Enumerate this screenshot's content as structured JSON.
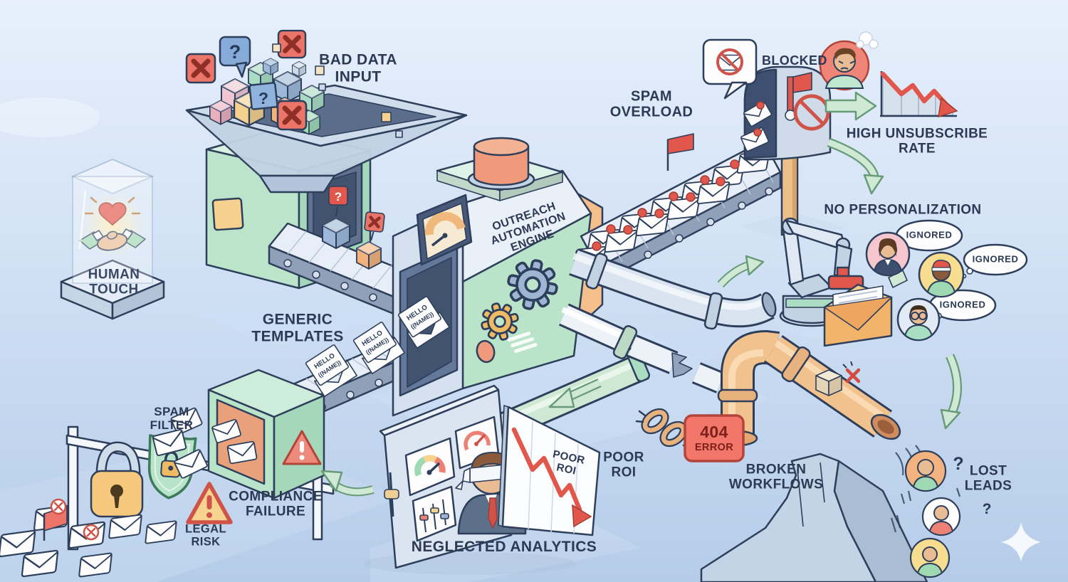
{
  "title": "Outreach automation failure infographic",
  "colors": {
    "background_top": "#e7f0fc",
    "background_bottom": "#b5cce9",
    "outline": "#2e3f5c",
    "text": "#2c3a55",
    "machine_green": "#b9e4ca",
    "machine_grey": "#d6e1ef",
    "accent_orange": "#f2b36b",
    "pipe_tan": "#f2c28e",
    "alert_red": "#e2574b",
    "badge_red": "#f3766a",
    "arrow_green": "#cfe9d4",
    "warning_yellow": "#f6d490"
  },
  "glyphs": {
    "question_mark": "?"
  },
  "labels": {
    "bad_data_input": [
      "BAD DATA",
      "INPUT"
    ],
    "human_touch": [
      "HUMAN",
      "TOUCH"
    ],
    "generic_templates": [
      "GENERIC",
      "TEMPLATES"
    ],
    "engine": [
      "OUTREACH",
      "AUTOMATION",
      "ENGINE"
    ],
    "spam_overload": [
      "SPAM",
      "OVERLOAD"
    ],
    "blocked": "BLOCKED",
    "high_unsubscribe_rate": [
      "HIGH UNSUBSCRIBE",
      "RATE"
    ],
    "no_personalization": "NO PERSONALIZATION",
    "ignored": "IGNORED",
    "spam_filter": [
      "SPAM",
      "FILTER"
    ],
    "compliance_failure": [
      "COMPLIANCE",
      "FAILURE"
    ],
    "legal_risk": [
      "LEGAL",
      "RISK"
    ],
    "neglected_analytics": "NEGLECTED ANALYTICS",
    "poor_roi": [
      "POOR",
      "ROI"
    ],
    "error_404": {
      "code": "404",
      "word": "ERROR"
    },
    "broken_workflows": [
      "BROKEN",
      "WORKFLOWS"
    ],
    "lost_leads": [
      "LOST",
      "LEADS"
    ],
    "hello_name": [
      "HELLO",
      "((NAME))"
    ]
  }
}
